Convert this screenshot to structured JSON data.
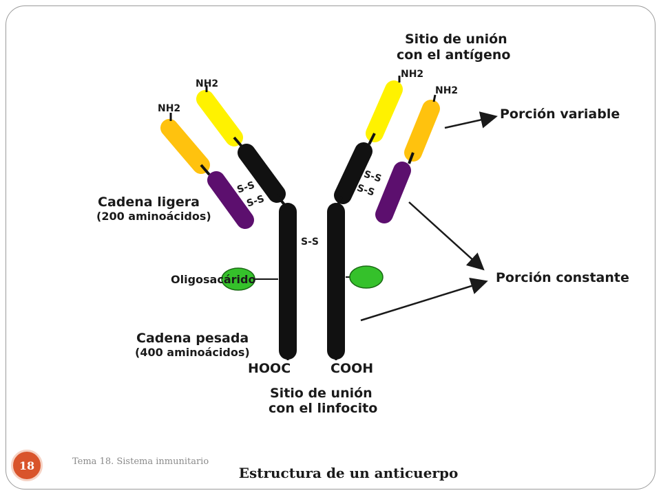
{
  "diagram": {
    "top_label_line1": "Sitio de unión",
    "top_label_line2": "con el antígeno",
    "nh2_left_outer": "NH2",
    "nh2_left_inner": "NH2",
    "nh2_right_inner": "NH2",
    "nh2_right_outer": "NH2",
    "variable_label": "Porción variable",
    "constant_label": "Porción constante",
    "light_chain_label": "Cadena ligera",
    "light_chain_note": "(200 aminoácidos)",
    "oligo_label": "Oligosacárido",
    "heavy_chain_label": "Cadena pesada",
    "heavy_chain_note": "(400 aminoácidos)",
    "hooc_label": "HOOC",
    "cooh_label": "COOH",
    "bottom_label_line1": "Sitio de unión",
    "bottom_label_line2": "con el linfocito",
    "ss": "S-S",
    "colors": {
      "variable_heavy": "#ffc20e",
      "variable_light": "#fff200",
      "constant_light": "#5c0f6e",
      "heavy": "#111111",
      "oligo": "#35c12b"
    }
  },
  "footer": {
    "page_number": "18",
    "course": "Tema 18. Sistema inmunitario",
    "caption": "Estructura de un anticuerpo"
  }
}
